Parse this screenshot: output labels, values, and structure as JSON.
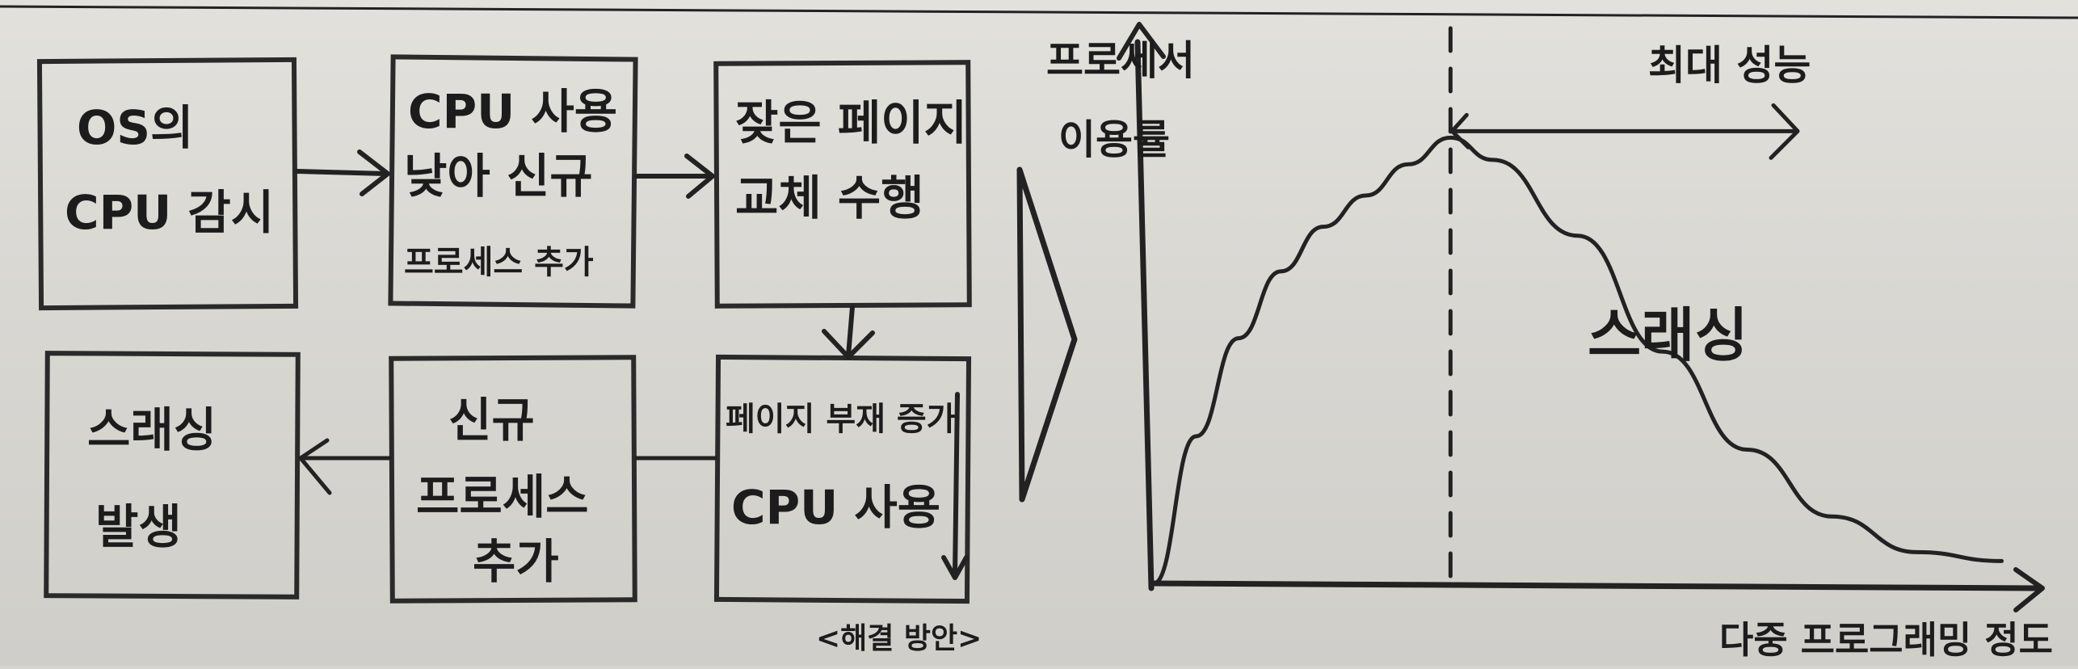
{
  "flow": {
    "box1": {
      "line1": "OS의",
      "line2": "CPU 감시"
    },
    "box2": {
      "line1": "CPU 사용",
      "line2": "낮아 신규",
      "line3": "프로세스 추가"
    },
    "box3": {
      "line1": "잦은 페이지",
      "line2": "교체 수행"
    },
    "box4": {
      "line1": "페이지 부재 증가",
      "line2": "CPU 사용"
    },
    "box5": {
      "line1": "신규",
      "line2": "프로세스",
      "line3": "추가"
    },
    "box6": {
      "line1": "스래싱",
      "line2": "발생"
    },
    "caption": "<해결 방안>"
  },
  "chart_data": {
    "type": "line",
    "ylabel": [
      "프로세서",
      "이용률"
    ],
    "xlabel": "다중 프로그래밍 정도",
    "annotations": {
      "peak_label": "최대 성능",
      "thrashing_label": "스래싱"
    },
    "series": [
      {
        "x": [
          0,
          1,
          2,
          3,
          4,
          5,
          6,
          7,
          8,
          10,
          12,
          14,
          16,
          18,
          20
        ],
        "values": [
          0.0,
          0.33,
          0.55,
          0.7,
          0.8,
          0.87,
          0.94,
          1.0,
          0.95,
          0.78,
          0.52,
          0.3,
          0.15,
          0.07,
          0.05
        ]
      }
    ],
    "peak_x": 7,
    "xlim": [
      0,
      21
    ],
    "ylim": [
      0,
      1.2
    ],
    "grid": false
  }
}
